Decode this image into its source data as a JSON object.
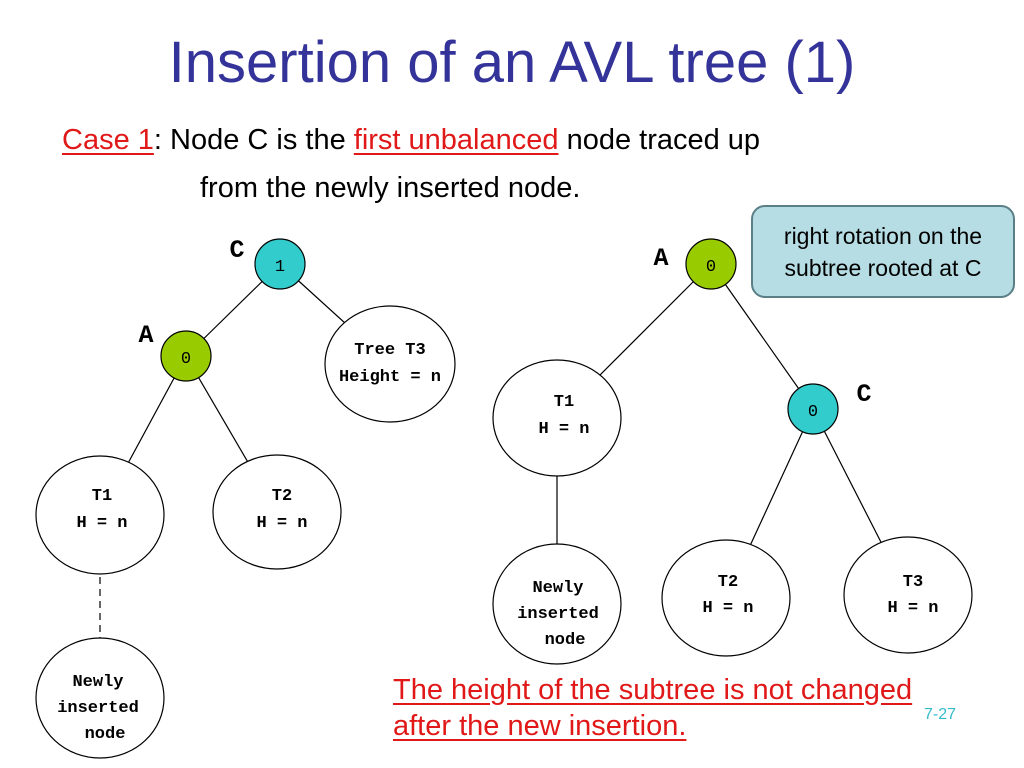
{
  "slide": {
    "title": "Insertion of an AVL tree (1)",
    "case_label": "Case 1",
    "text_a": ": Node C is the ",
    "first_unbalanced": "first unbalanced",
    "text_b": " node traced up",
    "text_c": "from the newly inserted node.",
    "callout_line1": "right rotation on the",
    "callout_line2": "subtree rooted at C",
    "note_line1": "The height of the subtree is not changed",
    "note_line2": "after the new insertion.",
    "page_number": "7-27"
  },
  "colors": {
    "title": "#333399",
    "emphasis": "#e01818",
    "node_c_fill": "#33cccc",
    "node_a_fill": "#99cc00",
    "callout_fill": "#b6dde3"
  },
  "before_tree": {
    "label_c": "C",
    "label_a": "A",
    "node_c_balance": "1",
    "node_a_balance": "0",
    "t3_line1": "Tree T3",
    "t3_line2": "Height = n",
    "t1_line1": "T1",
    "t1_line2": "H = n",
    "t2_line1": "T2",
    "t2_line2": "H = n",
    "new_line1": "Newly",
    "new_line2": "inserted",
    "new_line3": "node"
  },
  "after_tree": {
    "label_a": "A",
    "label_c": "C",
    "node_a_balance": "0",
    "node_c_balance": "0",
    "t1_line1": "T1",
    "t1_line2": "H = n",
    "new_line1": "Newly",
    "new_line2": "inserted",
    "new_line3": "node",
    "t2_line1": "T2",
    "t2_line2": "H = n",
    "t3_line1": "T3",
    "t3_line2": "H = n"
  }
}
